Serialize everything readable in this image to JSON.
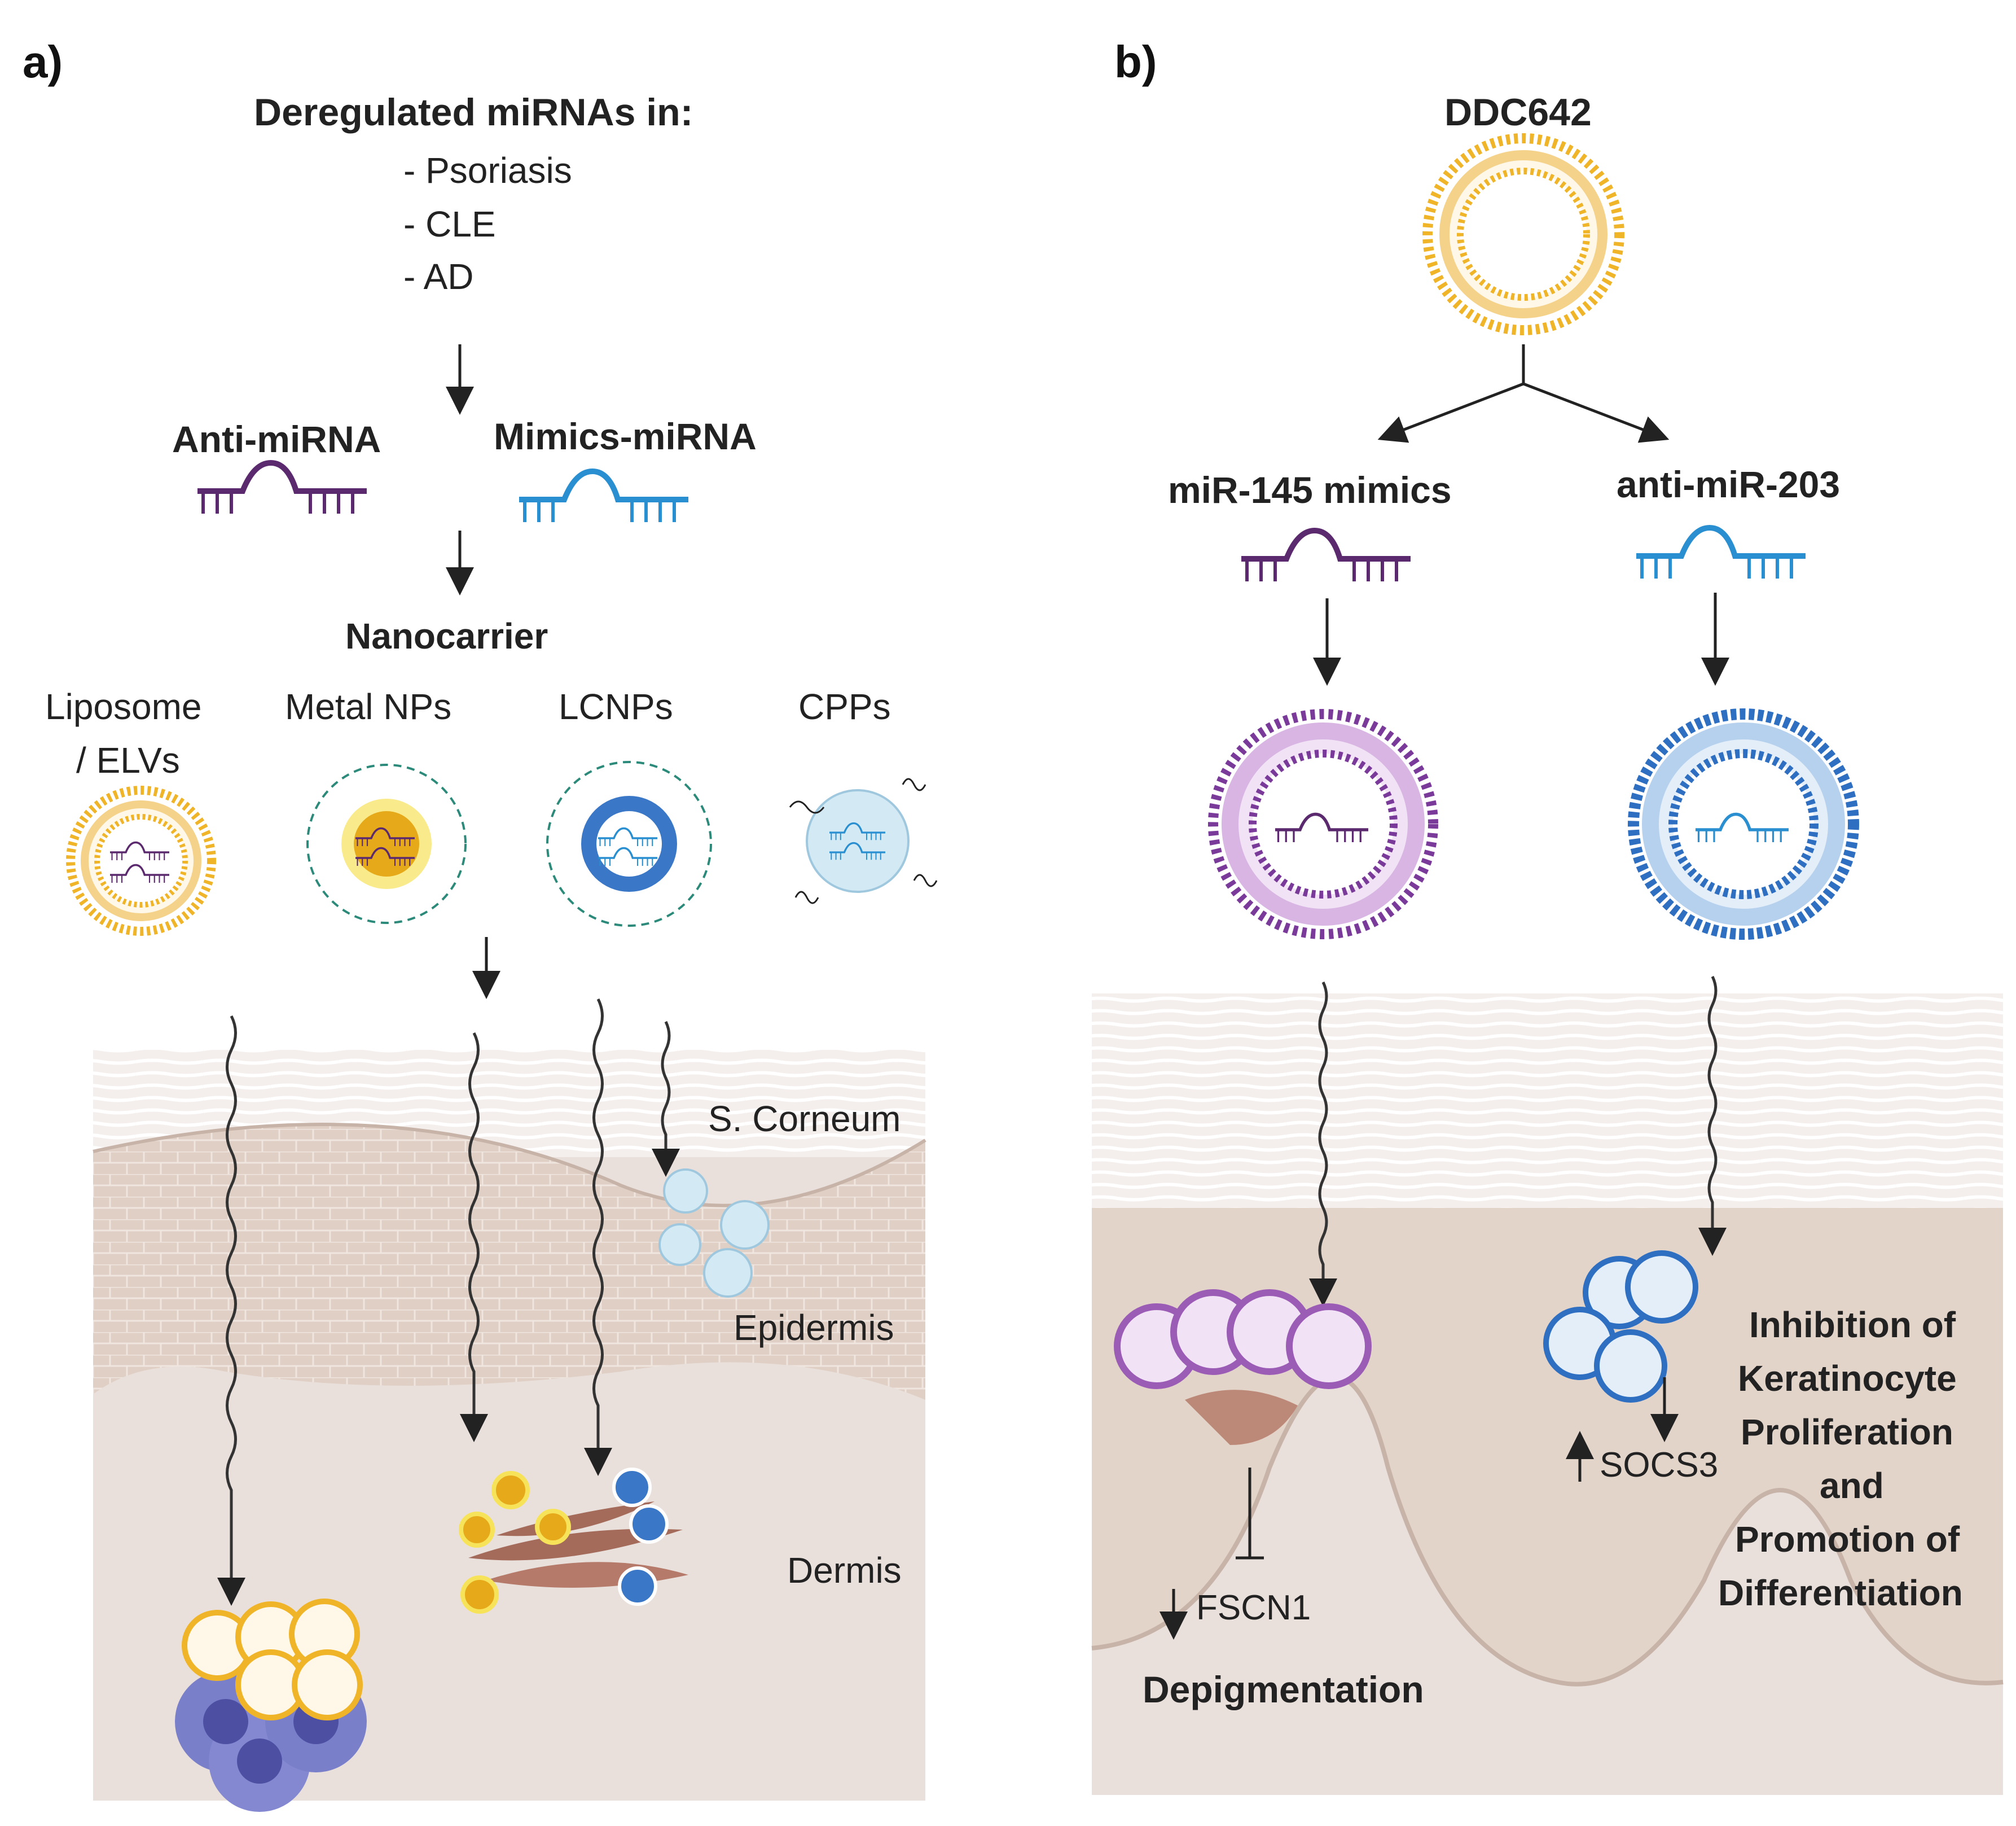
{
  "panel_a": {
    "letter": "a)",
    "title": "Deregulated miRNAs in:",
    "diseases": [
      "- Psoriasis",
      "- CLE",
      "- AD"
    ],
    "anti_label": "Anti-miRNA",
    "mimics_label": "Mimics-miRNA",
    "nanocarrier_label": "Nanocarrier",
    "carriers": [
      "Liposome",
      "/ ELVs",
      "Metal NPs",
      "LCNPs",
      "CPPs"
    ],
    "layers": [
      "S. Corneum",
      "Epidermis",
      "Dermis"
    ]
  },
  "panel_b": {
    "letter": "b)",
    "title": "DDC642",
    "left_label": "miR-145 mimics",
    "right_label": "anti-miR-203",
    "fscn1": "FSCN1",
    "socs3": "SOCS3",
    "outcome_left": "Depigmentation",
    "outcome_right": [
      "Inhibition of",
      "Keratinocyte",
      "Proliferation",
      "and",
      "Promotion of",
      "Differentiation"
    ]
  },
  "colors": {
    "purple": "#5b2a6e",
    "blue": "#2a8fd0",
    "gold": "#f0b429",
    "skin": "#e8dcd6",
    "epidermis": "#dcc9bd"
  },
  "icons": {
    "arrow": "down-arrow-icon",
    "liposome": "liposome-icon",
    "mirna": "mirna-strand-icon"
  }
}
